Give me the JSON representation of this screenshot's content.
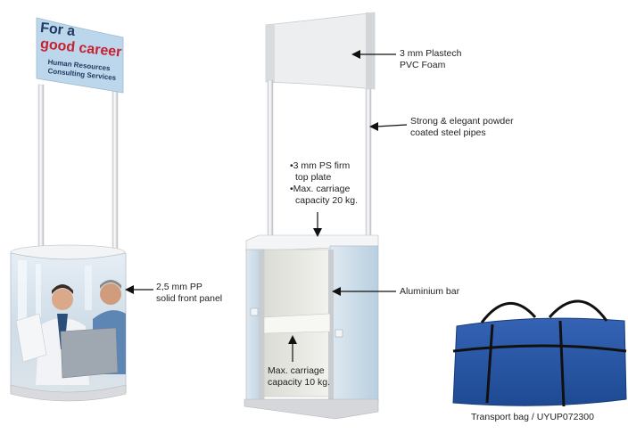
{
  "sign": {
    "line1": "For a",
    "line2": "good career",
    "line3": "Human Resources",
    "line4": "Consulting Services"
  },
  "labels": {
    "plastech_1": "3 mm Plastech",
    "plastech_2": "PVC Foam",
    "pipes_1": "Strong & elegant powder",
    "pipes_2": "coated steel pipes",
    "top_plate_1": "•3 mm PS firm",
    "top_plate_2": "top plate",
    "top_plate_3": "•Max. carriage",
    "top_plate_4": "capacity 20 kg.",
    "front_panel_1": "2,5 mm PP",
    "front_panel_2": "solid front panel",
    "alu_bar": "Aluminium bar",
    "shelf_1": "Max. carriage",
    "shelf_2": "capacity 10 kg.",
    "bag": "Transport bag  / UYUP072300"
  },
  "colors": {
    "sign_bg": "#bcd7ec",
    "sign_red": "#c8202f",
    "sign_navy": "#1f3a63",
    "bag_blue": "#2a57a8",
    "pole": "#f1f2f4"
  }
}
